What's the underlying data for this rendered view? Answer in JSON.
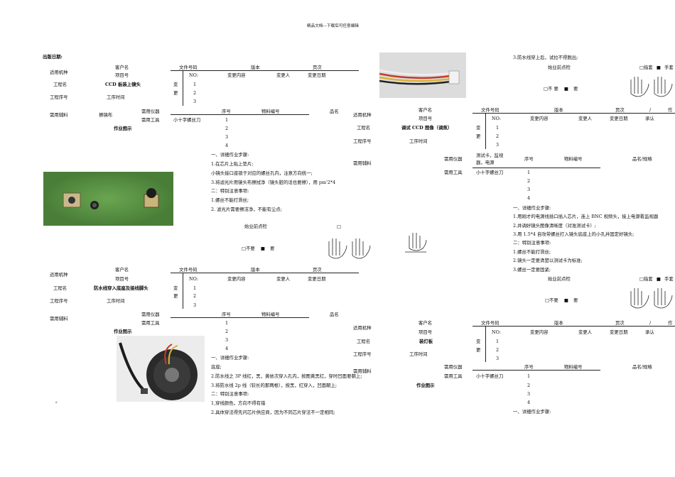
{
  "header": "精品文档---下载后可任意编辑",
  "date_label": "出版日期:",
  "labels": {
    "machine": "适用机种",
    "project": "工程名",
    "seq": "工程序号",
    "materials": "需用辅料",
    "customer": "客户名",
    "item_no": "项目号",
    "workseq": "工序时间",
    "doc_no": "文件号码",
    "version": "版本",
    "page": "页次",
    "no": "NO:",
    "change_content": "变更内容",
    "changer": "变更人",
    "change_date": "变更日期",
    "change_a": "变",
    "change_b": "更",
    "n1": "1",
    "n2": "2",
    "n3": "3",
    "n4": "4",
    "instrument": "需用仪器",
    "tool": "需用工具",
    "seq_no": "序号",
    "part_no": "物料编号",
    "part_name": "品名",
    "part_name_spec": "品名/规格",
    "work_diagram": "作业图示",
    "confirm": "承认",
    "slash": "/",
    "author_cut": "作",
    "finger_check": "始业前点检",
    "finger_glove": "□指套",
    "glove_cut": "手套",
    "mark": "■",
    "not_need": "不 要",
    "not_need2": "不要",
    "need": "要",
    "box": "□"
  },
  "s1": {
    "name": "CCD 板装上镜头",
    "aux": "擦镜布",
    "tool": "小十字螺丝刀",
    "steps_title": "一、详细作业步骤:",
    "steps": [
      "1.在芯片上贴上垫片;",
      "小镜头接口座锁于对应的螺丝孔内，注意方向统一;",
      "3.将滤光片用镜头布擦拭净（镜头脏的话也要擦），用 pm'2*4"
    ],
    "notes_title": "二：特别注意事项:",
    "notes": [
      "1.螺丝不能打滑丝;",
      "2. 滤光片需要擦洁净，不能有尘点;"
    ]
  },
  "s2": {
    "top_step": "3.防水线穿上后，试拉不得脱出;",
    "name": "调试 CCD 图像（调焦）",
    "instrument": "测试卡，监视器，电源",
    "tool": "小十字螺丝刀",
    "steps_title": "一、详细作业步骤:",
    "steps": [
      "1.用刚才的电源线插口插入芯片，连上 BNC 视频头，接上电源看监视器",
      "2.并调好镜头图像清晰度（对准测试卡）;",
      "3.用 1.5*4 自攻带螺丝打入镜头底座上的小孔并固定好镜头;"
    ],
    "notes_title": "二：特别注意事项:",
    "notes": [
      "1.螺丝不能打滑丝;",
      "2.镜头一定要清楚以测试卡为标准;",
      "3.螺丝一定要固紧;"
    ]
  },
  "s3": {
    "name": "防水线穿入底座及接线脚头",
    "steps_title": "一、详细作业步骤:",
    "steps": [
      "底座;",
      "2.防水线之 3P 线红，黑，黄依次穿入孔内，按图黄黑红，穿时凹面要朝上;",
      "3.将防水线 2p 线（较长的那两根），按黑，红穿入，凹面朝上;"
    ],
    "notes_title": "二：特别注意事项:",
    "notes": [
      "1,穿线颜色，方向不得有错",
      "2.具体穿法得先问芯片供应商，因为不同芯片穿法不一定相同;"
    ],
    "dot": "。"
  },
  "s4": {
    "name": "装灯板",
    "tool": "小十字螺丝刀",
    "steps_title": "一、详细作业步骤:"
  },
  "colors": {
    "text": "#111111",
    "line": "#222222",
    "board_green": "#4f8a3a",
    "wire_red": "#c23b2a",
    "wire_yellow": "#d9b23a"
  }
}
